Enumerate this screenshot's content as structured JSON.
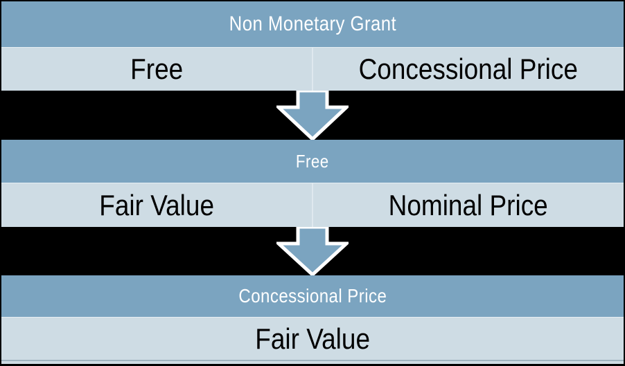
{
  "diagram": {
    "title_semantic": "non-monetary-grant-measurement-flow",
    "colors": {
      "header_blue": "#7ba4c0",
      "body_light_blue": "#cedce4",
      "background_black": "#000000",
      "header_text": "#ffffff",
      "body_text": "#000000",
      "divider": "#dfe8ee",
      "arrow_fill": "#7ba4c0",
      "arrow_outline": "#ffffff"
    },
    "groups": [
      {
        "header": "Non Monetary Grant",
        "cells": [
          "Free",
          "Concessional Price"
        ]
      },
      {
        "header": "Free",
        "cells": [
          "Fair Value",
          "Nominal Price"
        ]
      },
      {
        "header": "Concessional Price",
        "cells": [
          "Fair Value"
        ]
      }
    ],
    "arrows": [
      {
        "name": "down-arrow-1",
        "direction": "down"
      },
      {
        "name": "down-arrow-2",
        "direction": "down"
      }
    ]
  }
}
